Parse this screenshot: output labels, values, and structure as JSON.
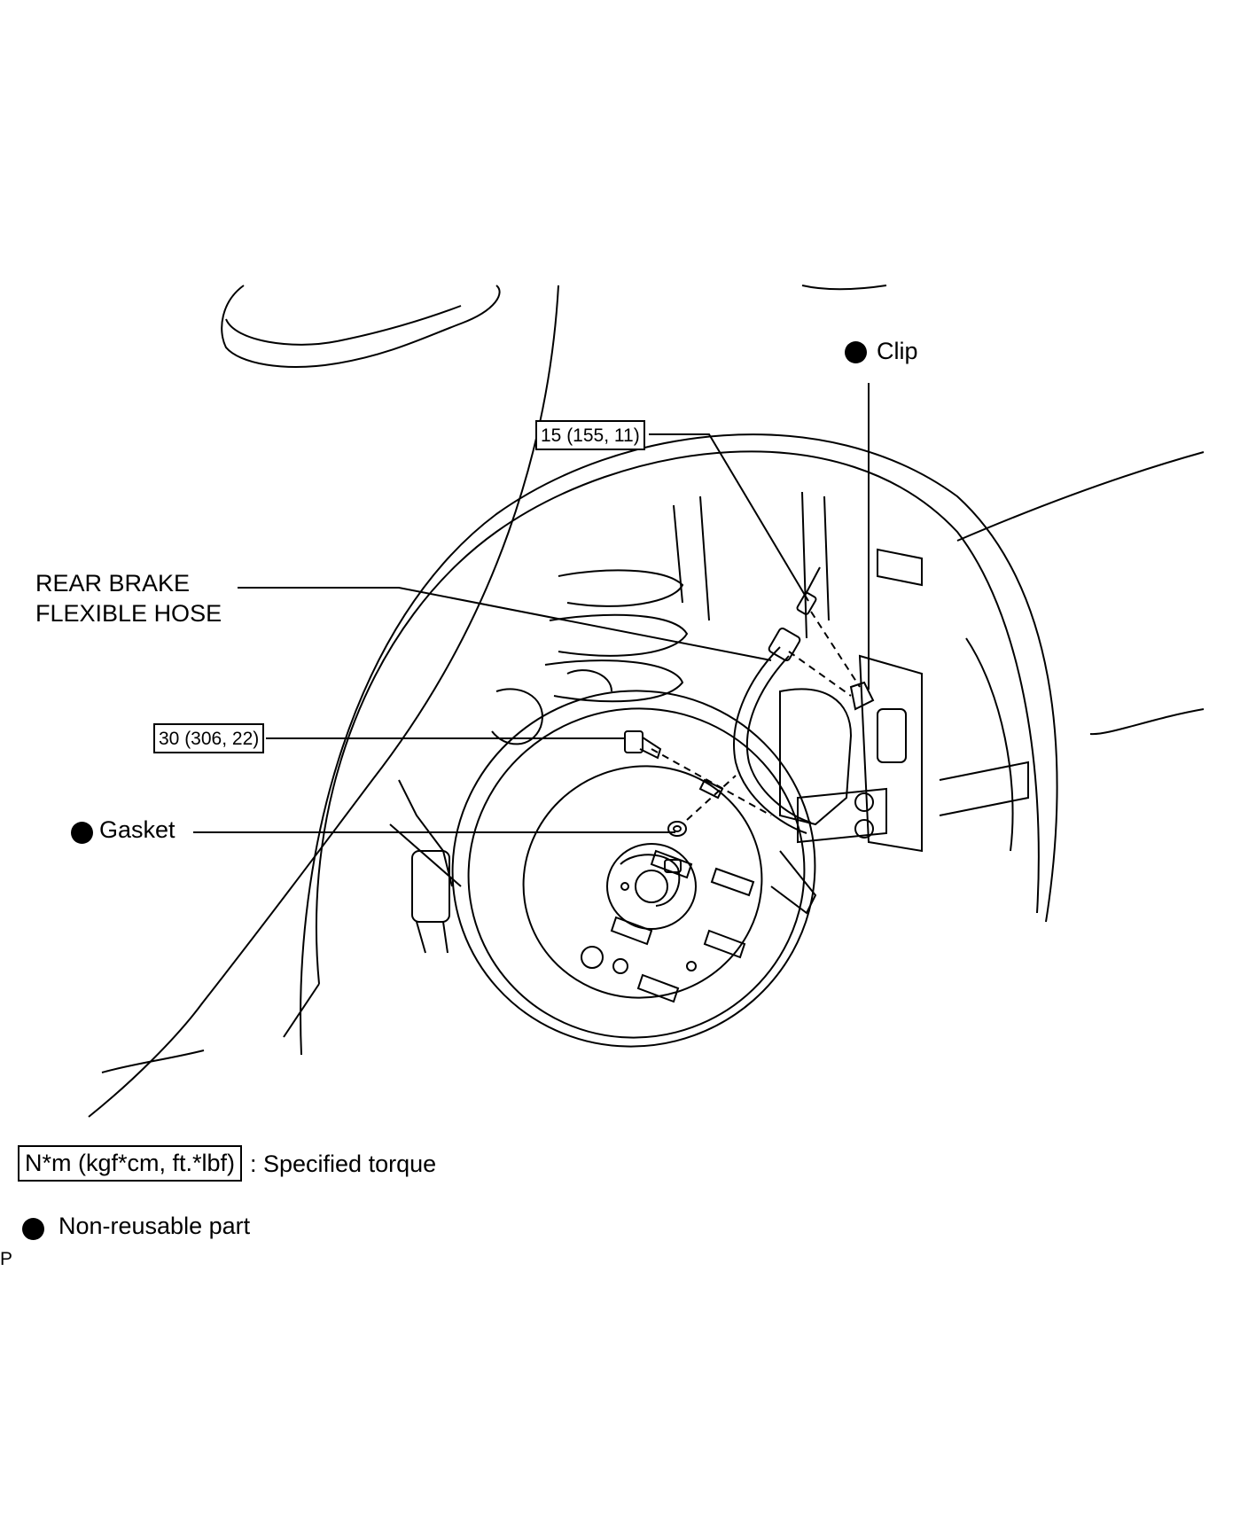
{
  "callouts": {
    "clip": "Clip",
    "torque_upper": "15 (155, 11)",
    "hose_line1": "REAR BRAKE",
    "hose_line2": "FLEXIBLE HOSE",
    "torque_lower": "30 (306, 22)",
    "gasket": "Gasket"
  },
  "legend": {
    "torque_units": "N*m (kgf*cm, ft.*lbf)",
    "torque_text": ": Specified torque",
    "nonreusable_text": "Non-reusable part"
  },
  "corner_mark": "P"
}
